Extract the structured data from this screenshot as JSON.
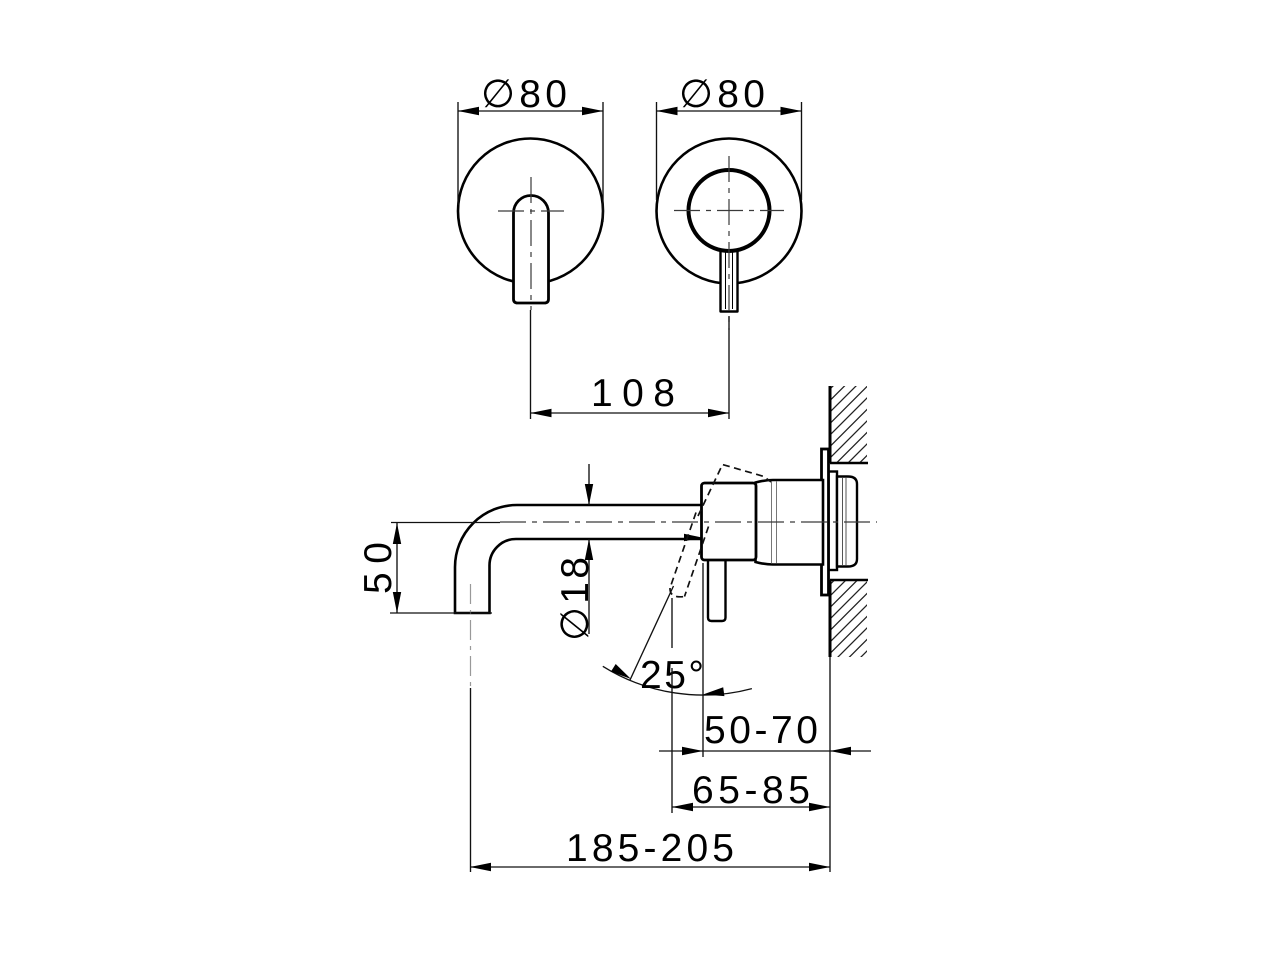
{
  "drawing": {
    "type": "technical installation drawing",
    "subject": "wall-mounted single-lever basin mixer with curved spout",
    "background_color": "#ffffff",
    "line_color": "#000000",
    "views": {
      "front": "front view: spout rosette (left) and handle rosette (right)",
      "side": "side view: spout and handle body set into hatched wall section"
    },
    "dimensions": {
      "spout_rosette_diameter": "∅80",
      "handle_rosette_diameter": "∅80",
      "center_distance": "108",
      "spout_height_drop": "50",
      "spout_tube_diameter": "∅18",
      "handle_opening_angle": "25°",
      "wall_to_handle": "50-70",
      "wall_to_handle_tip": "65-85",
      "wall_to_spout_outlet": "185-205"
    }
  }
}
